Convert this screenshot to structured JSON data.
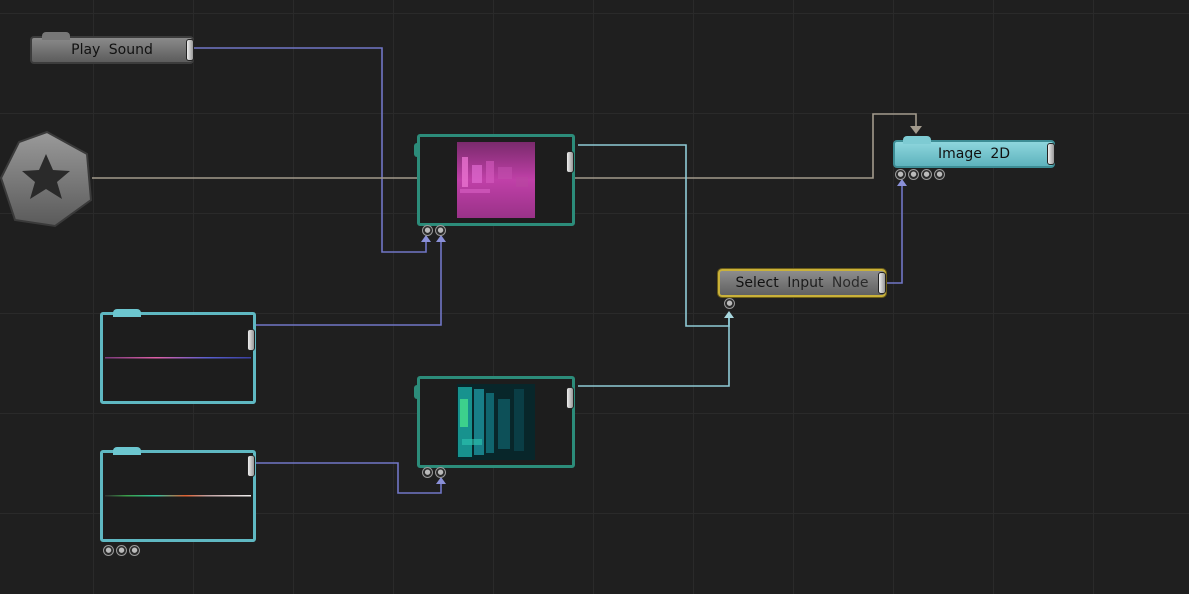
{
  "canvas": {
    "background": "#1f1f1f",
    "grid_color": "#2a2a2a"
  },
  "nodes": {
    "play_sound": {
      "label_words": [
        "Play",
        "Sound"
      ]
    },
    "image_2d": {
      "label_words": [
        "Image",
        "2D"
      ]
    },
    "select_input": {
      "label_words": [
        "Select",
        "Input",
        "Node"
      ]
    },
    "star_node": {
      "icon": "star-icon"
    },
    "spectrogram_pink": {
      "texture": "magenta-spectrogram",
      "input_ports": 2
    },
    "spectrogram_teal": {
      "texture": "teal-spectrogram",
      "input_ports": 2
    },
    "waveform_top": {
      "texture": "waveform-line"
    },
    "waveform_bottom": {
      "texture": "rainbow-waveform-line",
      "input_ports": 3
    },
    "image_2d_ports": {
      "input_ports": 4
    },
    "select_input_ports": {
      "input_ports": 1
    }
  },
  "colors": {
    "wire_blue": "#7076c6",
    "wire_cyan": "#8fcbd6",
    "wire_tan": "#a29a8c",
    "node_teal": "#2c8c7a",
    "node_cyan": "#5fb8c2",
    "select_outline": "#c9b13a",
    "magenta": "#b43c9e",
    "spectrum_teal": "#1fb8a8"
  }
}
